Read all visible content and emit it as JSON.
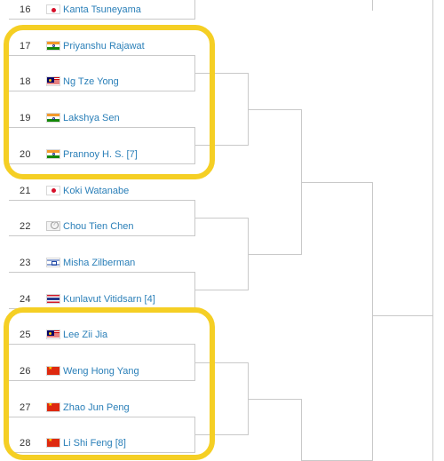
{
  "players": [
    {
      "seed": "16",
      "name": "Kanta Tsuneyama",
      "flag": "japan-flag-icon",
      "cls": "flag-jp"
    },
    {
      "seed": "17",
      "name": "Priyanshu Rajawat",
      "flag": "india-flag-icon",
      "cls": "flag-in"
    },
    {
      "seed": "18",
      "name": "Ng Tze Yong",
      "flag": "malaysia-flag-icon",
      "cls": "flag-my"
    },
    {
      "seed": "19",
      "name": "Lakshya Sen",
      "flag": "india-flag-icon",
      "cls": "flag-in"
    },
    {
      "seed": "20",
      "name": "Prannoy H. S. [7]",
      "flag": "india-flag-icon",
      "cls": "flag-in"
    },
    {
      "seed": "21",
      "name": "Koki Watanabe",
      "flag": "japan-flag-icon",
      "cls": "flag-jp"
    },
    {
      "seed": "22",
      "name": "Chou Tien Chen",
      "flag": "chinese-taipei-flag-icon",
      "cls": "flag-tw"
    },
    {
      "seed": "23",
      "name": "Misha Zilberman",
      "flag": "israel-flag-icon",
      "cls": "flag-il"
    },
    {
      "seed": "24",
      "name": "Kunlavut Vitidsarn [4]",
      "flag": "thailand-flag-icon",
      "cls": "flag-th"
    },
    {
      "seed": "25",
      "name": "Lee Zii Jia",
      "flag": "malaysia-flag-icon",
      "cls": "flag-my"
    },
    {
      "seed": "26",
      "name": "Weng Hong Yang",
      "flag": "china-flag-icon",
      "cls": "flag-cn"
    },
    {
      "seed": "27",
      "name": "Zhao Jun Peng",
      "flag": "china-flag-icon",
      "cls": "flag-cn"
    },
    {
      "seed": "28",
      "name": "Li Shi Feng [8]",
      "flag": "china-flag-icon",
      "cls": "flag-cn"
    }
  ],
  "colors": {
    "highlight": "#f5cf24",
    "link": "#2a7fb8",
    "bracket_line": "#c9c9c9"
  }
}
